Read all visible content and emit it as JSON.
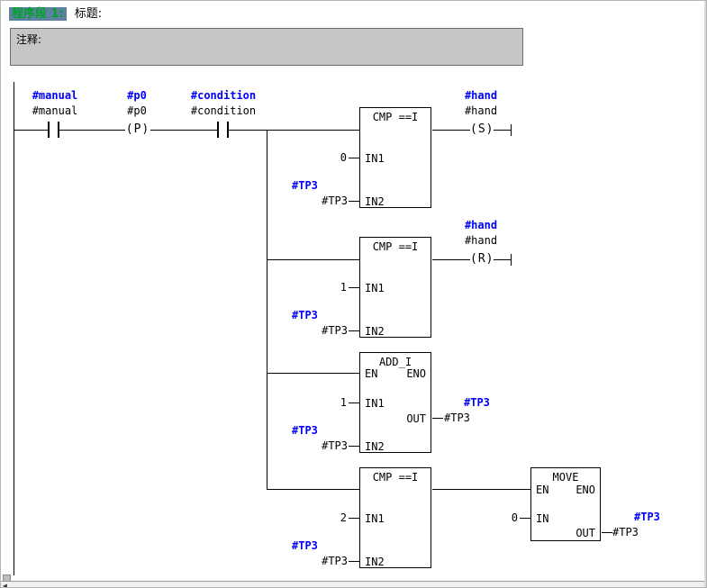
{
  "header": {
    "network": "程序段 1:",
    "title": "标题:"
  },
  "comment": {
    "label": "注释:"
  },
  "elements": {
    "manual": {
      "symbol": "#manual",
      "operand": "#manual"
    },
    "p0": {
      "symbol": "#p0",
      "operand": "#p0",
      "glyph": "(P)"
    },
    "condition": {
      "symbol": "#condition",
      "operand": "#condition"
    },
    "set_coil": {
      "symbol": "#hand",
      "operand": "#hand",
      "glyph": "(S)"
    },
    "reset_coil": {
      "symbol": "#hand",
      "operand": "#hand",
      "glyph": "(R)"
    }
  },
  "boxes": {
    "cmp1": {
      "title": "CMP ==I",
      "pins": {
        "in1": "IN1",
        "in2": "IN2"
      },
      "in1_value": "0",
      "in2_symbol": "#TP3",
      "in2_operand": "#TP3"
    },
    "cmp2": {
      "title": "CMP ==I",
      "pins": {
        "in1": "IN1",
        "in2": "IN2"
      },
      "in1_value": "1",
      "in2_symbol": "#TP3",
      "in2_operand": "#TP3"
    },
    "add": {
      "title": "ADD_I",
      "pins": {
        "en": "EN",
        "eno": "ENO",
        "in1": "IN1",
        "in2": "IN2",
        "out": "OUT"
      },
      "in1_value": "1",
      "in2_symbol": "#TP3",
      "in2_operand": "#TP3",
      "out_symbol": "#TP3",
      "out_operand": "#TP3"
    },
    "cmp3": {
      "title": "CMP ==I",
      "pins": {
        "in1": "IN1",
        "in2": "IN2"
      },
      "in1_value": "2",
      "in2_symbol": "#TP3",
      "in2_operand": "#TP3"
    },
    "move": {
      "title": "MOVE",
      "pins": {
        "en": "EN",
        "eno": "ENO",
        "in": "IN",
        "out": "OUT"
      },
      "in_value": "0",
      "out_symbol": "#TP3",
      "out_operand": "#TP3"
    }
  },
  "scrollbar": {
    "left_arrow": "◀"
  }
}
